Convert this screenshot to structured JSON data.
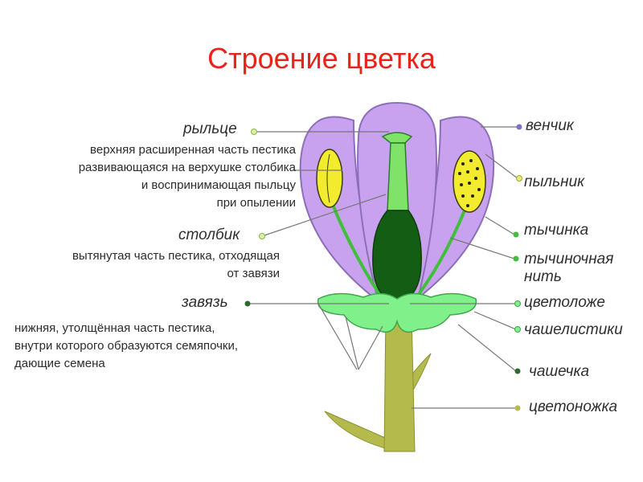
{
  "title": "Строение цветка",
  "labels": {
    "stigma": "рыльце",
    "style": "столбик",
    "ovary": "завязь",
    "corolla": "венчик",
    "anther": "пыльник",
    "stamen": "тычинка",
    "filament_line1": "тычиночная",
    "filament_line2": "нить",
    "receptacle": "цветоложе",
    "sepals": "чашелистики",
    "calyx": "чашечка",
    "pedicel": "цветоножка"
  },
  "descriptions": {
    "stigma": [
      "верхняя расширенная часть пестика",
      "развивающаяся на верхушке столбика",
      "и воспринимающая пыльцу",
      "при опылении"
    ],
    "style": [
      "вытянутая часть пестика, отходящая",
      "от завязи"
    ],
    "ovary": [
      "нижняя, утолщённая часть пестика,",
      "внутри которого образуются семяпочки,",
      "дающие семена"
    ]
  },
  "colors": {
    "title": "#e8231a",
    "petal": "#c9a2ef",
    "petal_stroke": "#8d6fb8",
    "stem": "#b4ba4c",
    "sepal": "#7ff08a",
    "pistil_light": "#7fe36a",
    "ovary": "#145d14",
    "anther": "#f3ec2e",
    "leader_dot": "#7b6fc8"
  }
}
